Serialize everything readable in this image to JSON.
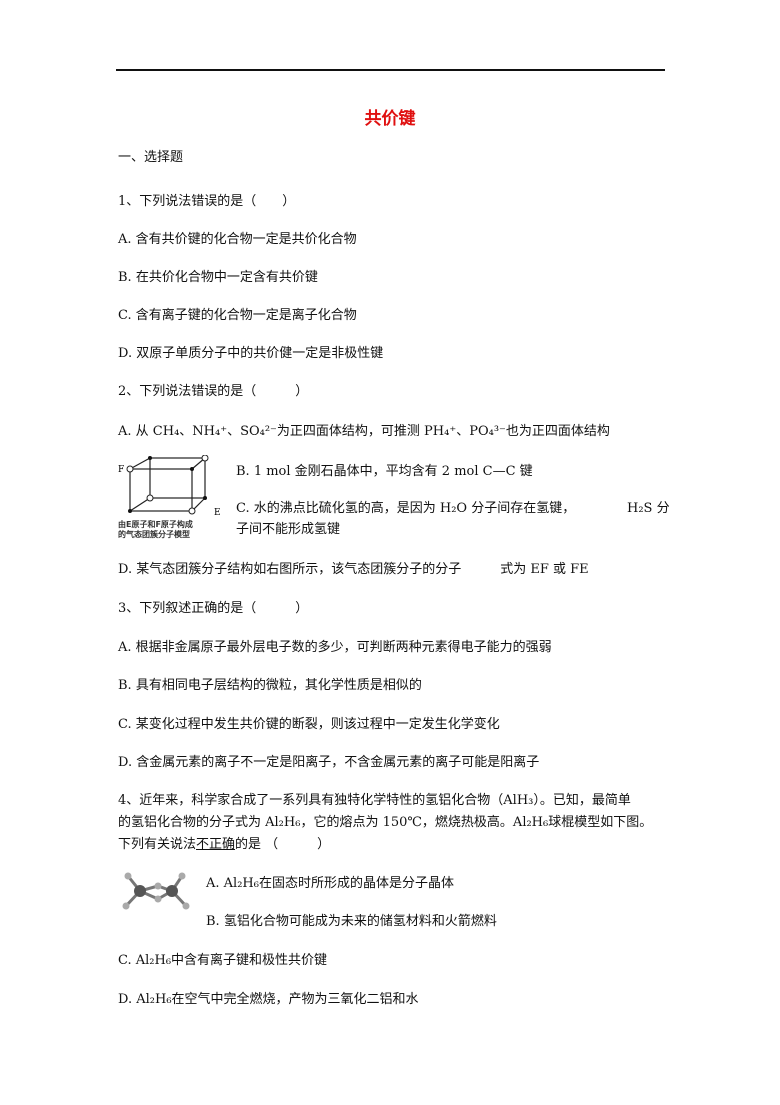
{
  "title": "共价键",
  "section": "一、选择题",
  "q1": {
    "stem": "1、下列说法错误的是（　　）",
    "A": "A. 含有共价键的化合物一定是共价化合物",
    "B": "B. 在共价化合物中一定含有共价键",
    "C": "C. 含有离子键的化合物一定是离子化合物",
    "D": "D. 双原子单质分子中的共价健一定是非极性键"
  },
  "q2": {
    "stem": "2、下列说法错误的是（　　　）",
    "A": "A. 从 CH₄、NH₄⁺、SO₄²⁻为正四面体结构，可推测 PH₄⁺、PO₄³⁻也为正四面体结构",
    "B": "B. 1 mol 金刚石晶体中，平均含有 2 mol C—C 键",
    "C1": "C. 水的沸点比硫化氢的高，是因为 H₂O 分子间存在氢键，",
    "C1b": "H₂S 分",
    "C2": "子间不能形成氢键",
    "D": "D. 某气态团簇分子结构如右图所示，该气态团簇分子的分子　　　式为 EF 或 FE",
    "figure": {
      "label_f": "F",
      "label_e": "E",
      "caption1": "由E原子和F原子构成",
      "caption2": "的气态团簇分子模型"
    }
  },
  "q3": {
    "stem": "3、下列叙述正确的是（　　　）",
    "A": "A. 根据非金属原子最外层电子数的多少，可判断两种元素得电子能力的强弱",
    "B": "B. 具有相同电子层结构的微粒，其化学性质是相似的",
    "C": "C. 某变化过程中发生共价键的断裂，则该过程中一定发生化学变化",
    "D": "D. 含金属元素的离子不一定是阳离子，不含金属元素的离子可能是阳离子"
  },
  "q4": {
    "line1": "4、近年来，科学家合成了一系列具有独特化学特性的氢铝化合物（AlH₃）。已知，最简单",
    "line2": "的氢铝化合物的分子式为 Al₂H₆，它的熔点为 150℃，燃烧热极高。Al₂H₆球棍模型如下图。",
    "line3a": "下列有关说法",
    "line3u": "不正确",
    "line3b": "的是 （　　　）",
    "A": "A. Al₂H₆在固态时所形成的晶体是分子晶体",
    "B": "B. 氢铝化合物可能成为未来的储氢材料和火箭燃料",
    "C": "C. Al₂H₆中含有离子键和极性共价键",
    "D": "D. Al₂H₆在空气中完全燃烧，产物为三氧化二铝和水"
  }
}
